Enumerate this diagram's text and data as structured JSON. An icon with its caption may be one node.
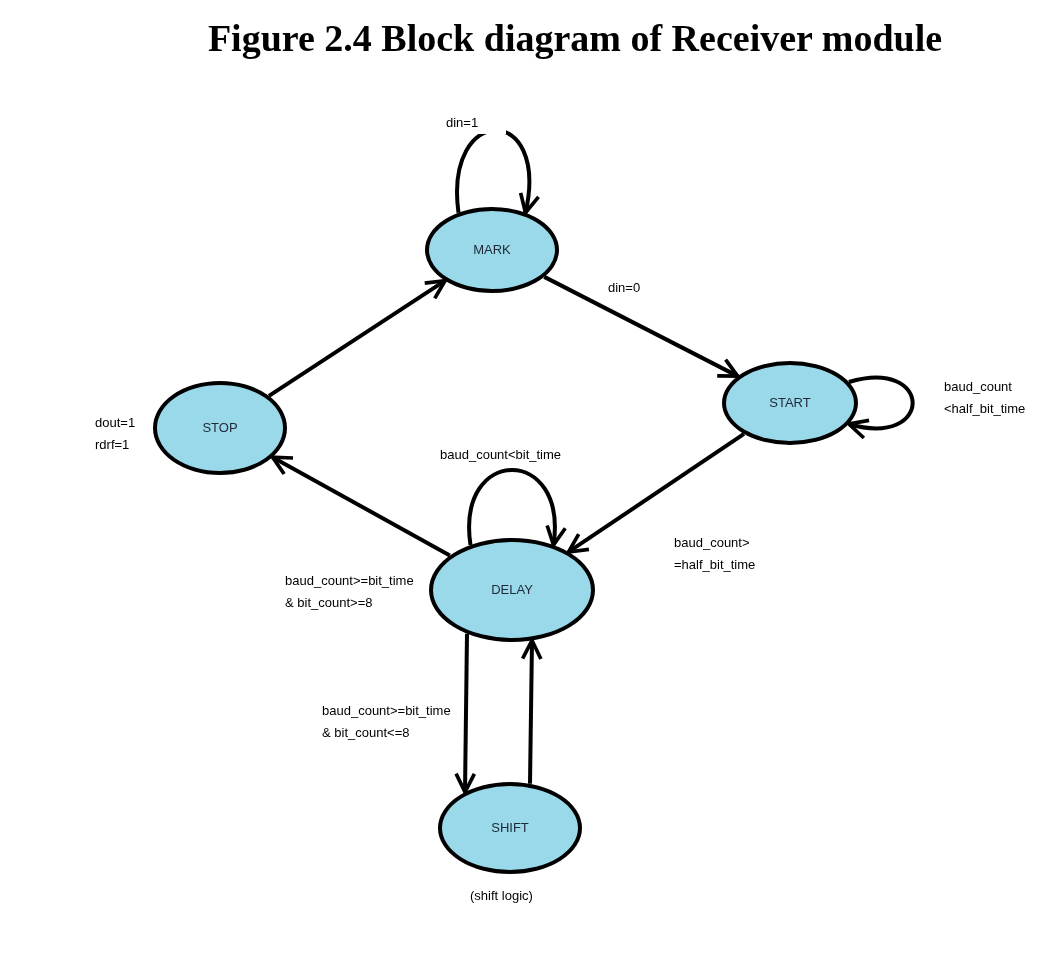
{
  "diagram": {
    "title": "Figure 2.4 Block diagram of Receiver module",
    "nodes": [
      {
        "text": [
          "MARK"
        ]
      },
      {
        "text": [
          "STOP"
        ],
        "beside": [
          "dout=1 rdrf=1"
        ]
      },
      {
        "text": [
          "START"
        ]
      },
      {
        "text": [
          "DELAY"
        ]
      },
      {
        "text": [
          "SHIFT"
        ],
        "beside": [
          "(shift logic)"
        ]
      }
    ],
    "edges": [
      {
        "from": 0,
        "to": 0,
        "label": "din=1",
        "arrow": "to"
      },
      {
        "from": 0,
        "to": 2,
        "label": "din=0",
        "arrow": "to"
      },
      {
        "from": 2,
        "to": 2,
        "label": "baud_count <half_bit_time",
        "arrow": "to"
      },
      {
        "from": 2,
        "to": 3,
        "label": "baud_count> =half_bit_time",
        "arrow": "to"
      },
      {
        "from": 3,
        "to": 3,
        "label": "baud_count<bit_time",
        "arrow": "to"
      },
      {
        "from": 3,
        "to": 1,
        "label": "baud_count>=bit_time & bit_count>=8",
        "arrow": "to"
      },
      {
        "from": 3,
        "to": 4,
        "label": "baud_count>=bit_time & bit_count<=8",
        "arrow": "to"
      },
      {
        "from": 4,
        "to": 3,
        "arrow": "to"
      },
      {
        "from": 1,
        "to": 0,
        "arrow": "to"
      }
    ]
  }
}
